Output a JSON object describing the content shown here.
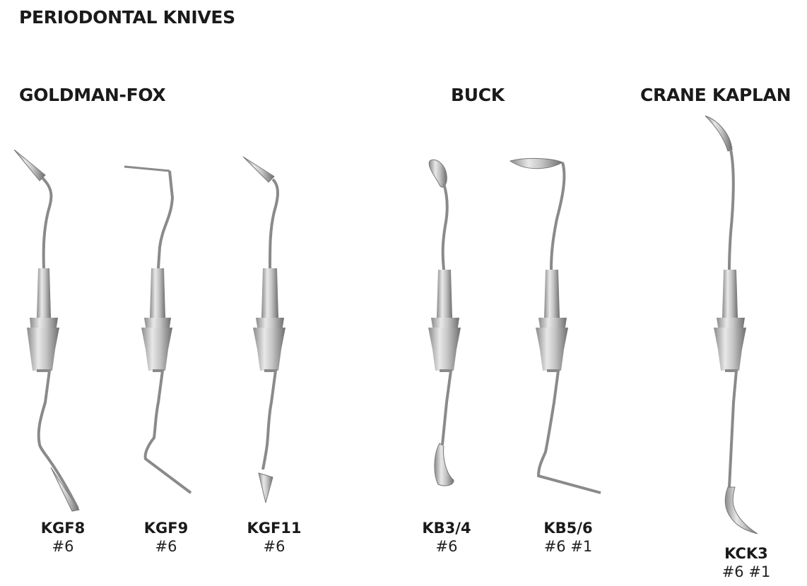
{
  "page": {
    "title": "PERIODONTAL KNIVES"
  },
  "groups": [
    {
      "title": "GOLDMAN-FOX"
    },
    {
      "title": "BUCK"
    },
    {
      "title": "CRANE KAPLAN"
    }
  ],
  "instruments": [
    {
      "code": "KGF8",
      "spec": "#6"
    },
    {
      "code": "KGF9",
      "spec": "#6"
    },
    {
      "code": "KGF11",
      "spec": "#6"
    },
    {
      "code": "KB3/4",
      "spec": "#6"
    },
    {
      "code": "KB5/6",
      "spec": "#6 #1"
    },
    {
      "code": "KCK3",
      "spec": "#6 #1"
    }
  ],
  "colors": {
    "steel_light": "#e6e6e6",
    "steel_mid": "#b4b4b4",
    "steel_dark": "#7a7a7a",
    "text": "#1a1a1a"
  }
}
